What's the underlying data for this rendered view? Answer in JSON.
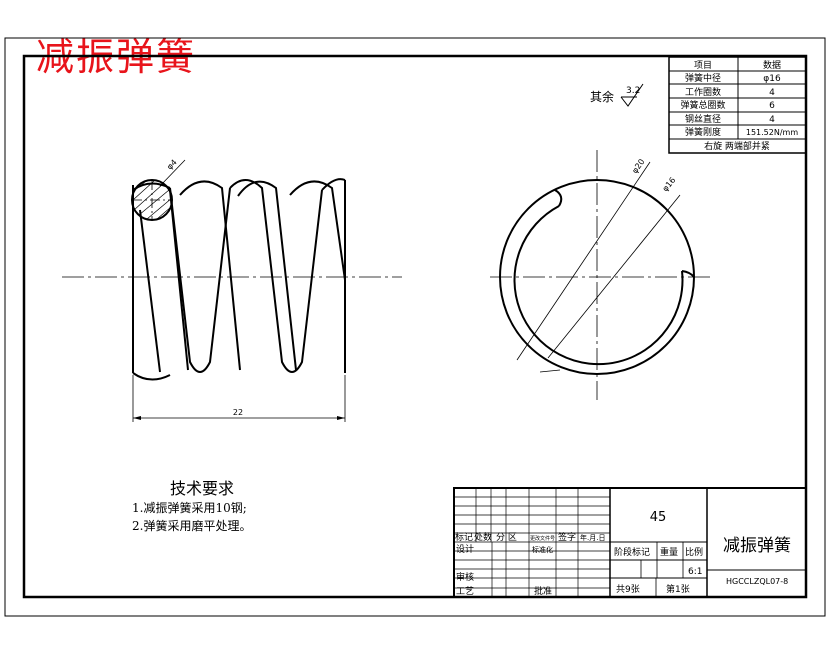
{
  "title_overlay": "减振弹簧",
  "params_table": {
    "header": [
      "项目",
      "数据"
    ],
    "rows": [
      [
        "弹簧中径",
        "φ16"
      ],
      [
        "工作圈数",
        "4"
      ],
      [
        "弹簧总圈数",
        "6"
      ],
      [
        "钢丝直径",
        "4"
      ],
      [
        "弹簧刚度",
        "151.52N/mm"
      ]
    ],
    "footer": "右旋   两端部并紧"
  },
  "roughness": {
    "label": "其余",
    "value": "3.2"
  },
  "dimensions": {
    "wire_dia": "φ4",
    "length": "22",
    "outer_dia": "φ20",
    "inner_dia": "φ16"
  },
  "tech_req": {
    "title": "技术要求",
    "items": [
      "1.减振弹簧采用10钢;",
      "2.弹簧采用磨平处理。"
    ]
  },
  "title_block": {
    "material": "45",
    "part_name": "减振弹簧",
    "drawing_no": "HGCCLZQL07-8",
    "scale": "6:1",
    "sheets_total": "共9张",
    "sheet_no": "第1张",
    "row_labels": {
      "biaoji": "标记",
      "chushu": "处数",
      "fenqu": "分 区",
      "gengwen": "更改文件号",
      "qianzi": "签字",
      "date": "年.月.日",
      "sheji": "设计",
      "biaozhun": "标准化",
      "shenhe": "审核",
      "gongyi": "工艺",
      "pizhun": "批准",
      "jieduan": "阶段标记",
      "zhongliang": "重量",
      "bili": "比例"
    }
  }
}
